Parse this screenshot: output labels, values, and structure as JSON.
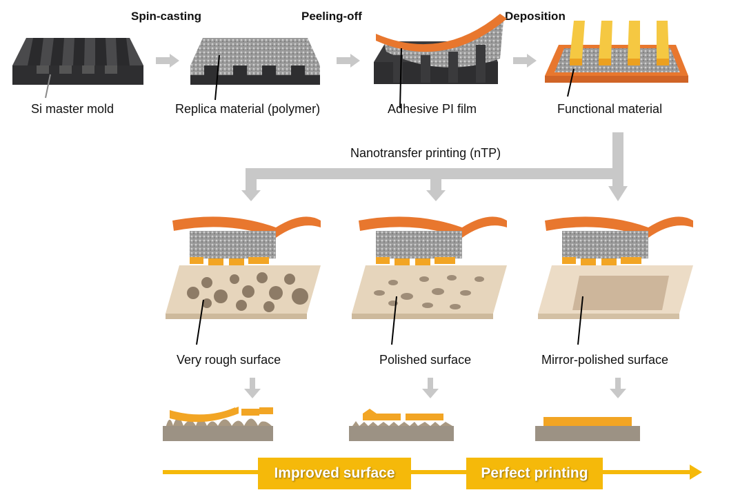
{
  "figure": {
    "top_row": {
      "steps": [
        {
          "title": "Spin-casting"
        },
        {
          "title": "Peeling-off"
        },
        {
          "title": "Deposition"
        }
      ],
      "items": [
        {
          "label": "Si master mold"
        },
        {
          "label": "Replica material (polymer)"
        },
        {
          "label": "Adhesive PI film"
        },
        {
          "label": "Functional material"
        }
      ]
    },
    "branch": {
      "title": "Nanotransfer printing (nTP)"
    },
    "surfaces": [
      {
        "label": "Very rough surface"
      },
      {
        "label": "Polished surface"
      },
      {
        "label": "Mirror-polished surface"
      }
    ],
    "progress": {
      "boxes": [
        {
          "label": "Improved surface"
        },
        {
          "label": "Perfect printing"
        }
      ]
    },
    "colors": {
      "orange": "#e8772e",
      "gold": "#f5b90a",
      "gray_arrow": "#c8c8c8",
      "substrate": "#9c9284",
      "mold": "#2e2e30"
    }
  }
}
